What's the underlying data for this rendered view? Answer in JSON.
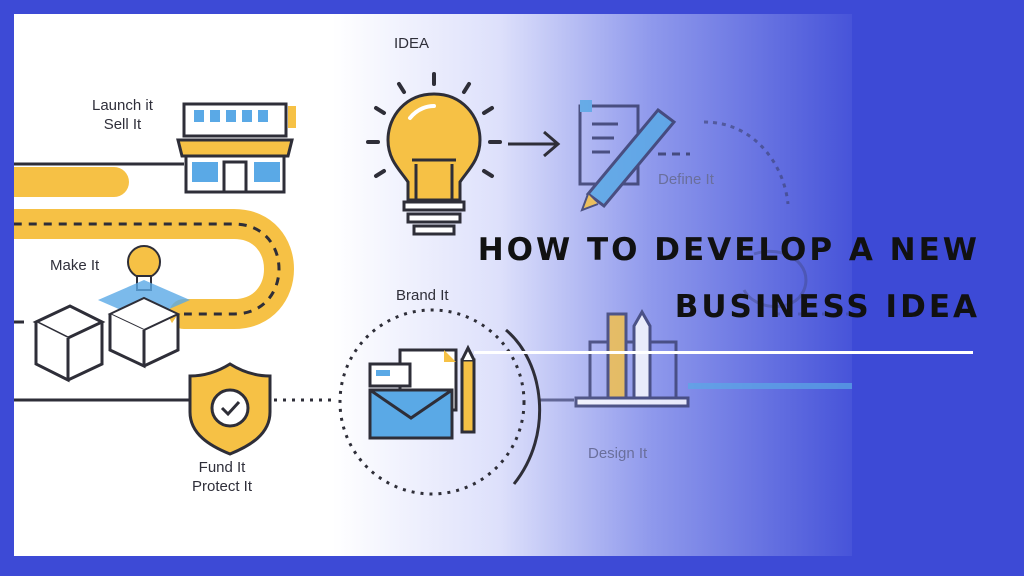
{
  "colors": {
    "frame": "#3d4ad6",
    "accent_yellow": "#f6c145",
    "accent_blue": "#5aa9e6",
    "outline": "#2e2e38",
    "rule": "#ffffff"
  },
  "labels": {
    "idea": "IDEA",
    "define": "Define It",
    "launch": "Launch it\nSell It",
    "make": "Make It",
    "brand": "Brand It",
    "design": "Design It",
    "fund": "Fund It\nProtect It"
  },
  "headline": {
    "line1": "HOW TO DEVELOP A NEW",
    "line2": "BUSINESS IDEA"
  }
}
